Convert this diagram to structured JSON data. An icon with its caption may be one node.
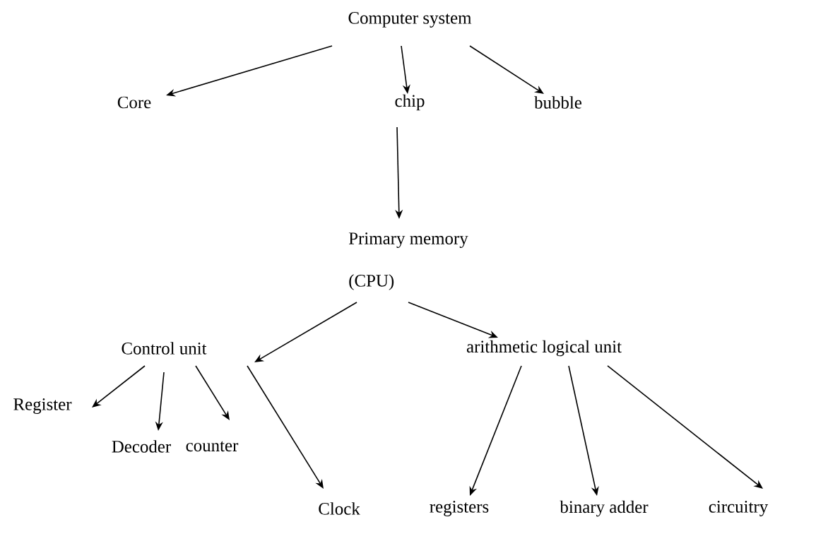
{
  "diagram": {
    "nodes": [
      {
        "text": [
          "Computer system"
        ]
      },
      {
        "text": [
          "Core"
        ]
      },
      {
        "text": [
          "chip"
        ]
      },
      {
        "text": [
          "bubble"
        ]
      },
      {
        "text": [
          "Primary memory",
          "(CPU)"
        ]
      },
      {
        "text": [
          "Control unit"
        ]
      },
      {
        "text": [
          "arithmetic logical unit"
        ]
      },
      {
        "text": [
          "Register"
        ]
      },
      {
        "text": [
          "Decoder"
        ]
      },
      {
        "text": [
          "counter"
        ]
      },
      {
        "text": [
          "Clock"
        ]
      },
      {
        "text": [
          "registers"
        ]
      },
      {
        "text": [
          "binary adder"
        ]
      },
      {
        "text": [
          "circuitry"
        ]
      }
    ],
    "edges": [
      {
        "from": 0,
        "to": 1,
        "arrow": "to"
      },
      {
        "from": 0,
        "to": 2,
        "arrow": "to"
      },
      {
        "from": 0,
        "to": 3,
        "arrow": "to"
      },
      {
        "from": 2,
        "to": 4,
        "arrow": "to"
      },
      {
        "from": 4,
        "to": 5,
        "arrow": "to"
      },
      {
        "from": 4,
        "to": 6,
        "arrow": "to"
      },
      {
        "from": 5,
        "to": 7,
        "arrow": "to"
      },
      {
        "from": 5,
        "to": 8,
        "arrow": "to"
      },
      {
        "from": 5,
        "to": 9,
        "arrow": "to"
      },
      {
        "from": 5,
        "to": 10,
        "arrow": "to"
      },
      {
        "from": 6,
        "to": 11,
        "arrow": "to"
      },
      {
        "from": 6,
        "to": 12,
        "arrow": "to"
      },
      {
        "from": 6,
        "to": 13,
        "arrow": "to"
      }
    ]
  }
}
